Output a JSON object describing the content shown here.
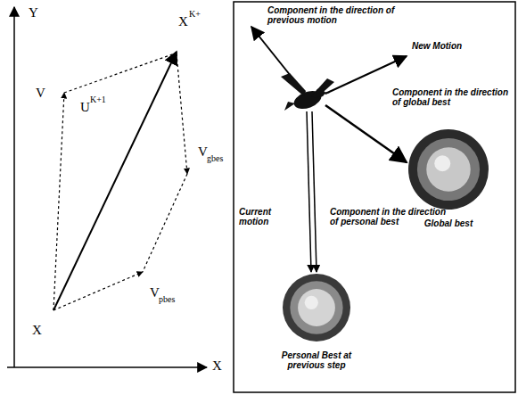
{
  "diagram": {
    "nodes": [
      {
        "text": [
          "Global best"
        ]
      },
      {
        "text": [
          "Personal Best at previous step"
        ]
      }
    ],
    "labels": [
      "Y",
      "V",
      "X",
      "K+",
      "U",
      "K+1",
      "V",
      "gbes",
      "V",
      "pbes",
      "X",
      "X",
      "Component in the direction of previous motion",
      "New Motion",
      "Component in the direction of global best",
      "Current motion",
      "Component in the direction of personal best"
    ]
  }
}
